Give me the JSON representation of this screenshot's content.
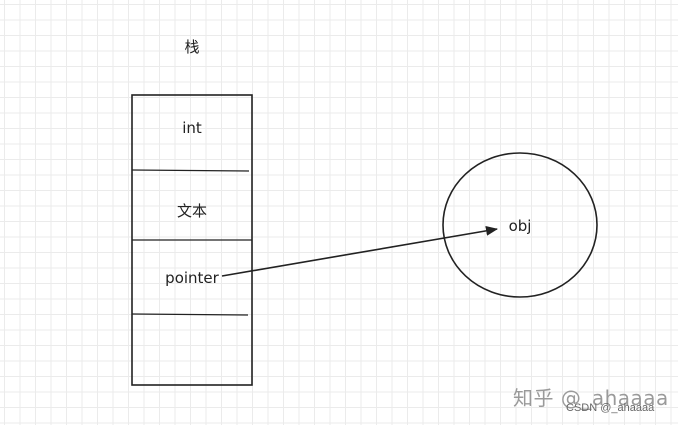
{
  "diagram": {
    "stack_label": "栈",
    "cells": [
      "int",
      "文本",
      "pointer",
      ""
    ],
    "object_label": "obj",
    "colors": {
      "stroke": "#222222",
      "text": "#222222",
      "grid": "#ebebeb"
    }
  },
  "watermark": {
    "main": "知乎 @_ahaaaa",
    "sub": "CSDN @_ahaaaa"
  }
}
